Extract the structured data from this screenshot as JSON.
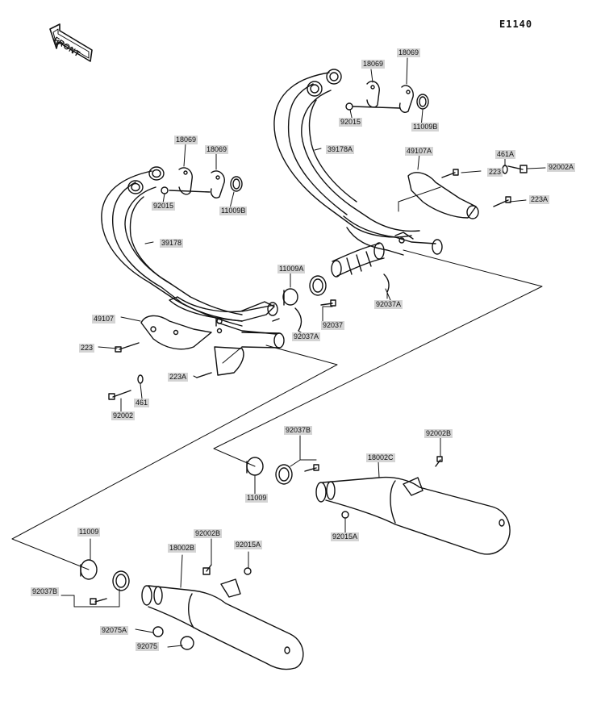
{
  "figure_id": "E1140",
  "front_label": "FRONT",
  "parts": [
    {
      "id": "18069",
      "key": "p18069a"
    },
    {
      "id": "18069",
      "key": "p18069b"
    },
    {
      "id": "92015",
      "key": "p92015a"
    },
    {
      "id": "11009B",
      "key": "p11009Ba"
    },
    {
      "id": "39178",
      "key": "p39178"
    },
    {
      "id": "49107",
      "key": "p49107"
    },
    {
      "id": "223",
      "key": "p223a"
    },
    {
      "id": "223A",
      "key": "p223Aa"
    },
    {
      "id": "461",
      "key": "p461"
    },
    {
      "id": "92002",
      "key": "p92002"
    },
    {
      "id": "11009A",
      "key": "p11009A"
    },
    {
      "id": "92037",
      "key": "p92037"
    },
    {
      "id": "92037A",
      "key": "p92037Aa"
    },
    {
      "id": "18069",
      "key": "p18069c"
    },
    {
      "id": "18069",
      "key": "p18069d"
    },
    {
      "id": "92015",
      "key": "p92015b"
    },
    {
      "id": "11009B",
      "key": "p11009Bb"
    },
    {
      "id": "39178A",
      "key": "p39178A"
    },
    {
      "id": "49107A",
      "key": "p49107A"
    },
    {
      "id": "223",
      "key": "p223b"
    },
    {
      "id": "461A",
      "key": "p461A"
    },
    {
      "id": "92002A",
      "key": "p92002A"
    },
    {
      "id": "223A",
      "key": "p223Ab"
    },
    {
      "id": "92037A",
      "key": "p92037Ab"
    },
    {
      "id": "92037B",
      "key": "p92037Ba"
    },
    {
      "id": "92002B",
      "key": "p92002Ba"
    },
    {
      "id": "18002C",
      "key": "p18002C"
    },
    {
      "id": "11009",
      "key": "p11009a"
    },
    {
      "id": "92015A",
      "key": "p92015Aa"
    },
    {
      "id": "11009",
      "key": "p11009b"
    },
    {
      "id": "92002B",
      "key": "p92002Bb"
    },
    {
      "id": "18002B",
      "key": "p18002B"
    },
    {
      "id": "92015A",
      "key": "p92015Ab"
    },
    {
      "id": "92037B",
      "key": "p92037Bb"
    },
    {
      "id": "92075A",
      "key": "p92075A"
    },
    {
      "id": "92075",
      "key": "p92075"
    }
  ]
}
